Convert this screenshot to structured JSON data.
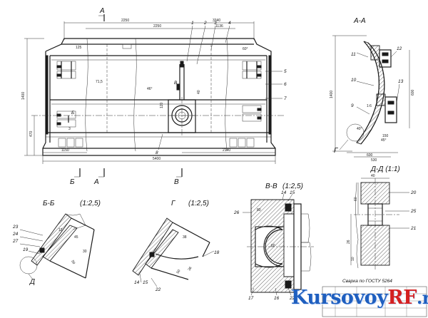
{
  "front_view": {
    "cut_letter_a": "А",
    "dims_top": [
      "2250",
      "2250",
      "3340",
      "1136"
    ],
    "dims_left": [
      "1400",
      "470"
    ],
    "dims_bottom": [
      "1150",
      "5400",
      "2140"
    ],
    "dims_inner": [
      "71,5",
      "125",
      "46°",
      "60°",
      "120",
      "40",
      "3"
    ],
    "callouts": [
      "1",
      "2",
      "3",
      "4",
      "5",
      "6",
      "7",
      "8"
    ],
    "section_b_mark": "Б",
    "section_v_mark": "В",
    "below_marks": [
      "Б",
      "А",
      "В"
    ]
  },
  "section_aa": {
    "title": "А-А",
    "callouts": [
      "11",
      "12",
      "10",
      "13",
      "9"
    ],
    "dims": [
      "1400",
      "600",
      "530",
      "150",
      "45°",
      "1:6",
      "40°"
    ],
    "detail_mark": "Г"
  },
  "section_dd": {
    "title": "Д-Д (1:1)",
    "callouts": [
      "20",
      "25",
      "21"
    ],
    "dims": [
      "40",
      "26",
      "60",
      "10"
    ]
  },
  "section_bb": {
    "title": "Б-Б",
    "scale": "(1:2,5)",
    "callouts": [
      "23",
      "24",
      "27",
      "19"
    ],
    "dims": [
      "45",
      "50",
      "30",
      "12"
    ],
    "detail_mark": "Д"
  },
  "section_g": {
    "title": "Г",
    "scale": "(1:2,5)",
    "callouts": [
      "18",
      "22",
      "14",
      "15"
    ],
    "dims": [
      "38",
      "50",
      "36"
    ]
  },
  "section_vv": {
    "title": "В-В",
    "scale": "(1:2,5)",
    "callouts": [
      "14",
      "15",
      "26",
      "17",
      "16",
      "22"
    ],
    "dims": [
      "60",
      "80"
    ]
  },
  "note": "Сварка по ГОСТУ 5264",
  "watermark": {
    "part1": "Kursovoy",
    "part2": "RF",
    "part3": ".ru"
  }
}
